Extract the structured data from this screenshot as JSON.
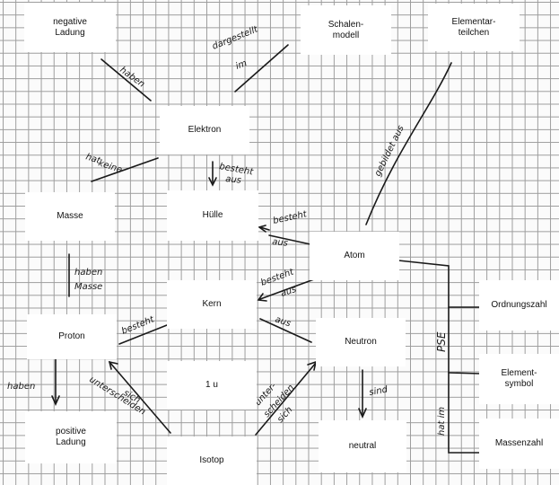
{
  "concepts": {
    "negative_ladung": "negative\nLadung",
    "schalenmodell": "Schalen-\nmodell",
    "elementarteilchen": "Elementar-\nteilchen",
    "elektron": "Elektron",
    "masse": "Masse",
    "huelle": "Hülle",
    "atom": "Atom",
    "kern": "Kern",
    "ordnungszahl": "Ordnungszahl",
    "proton": "Proton",
    "neutron": "Neutron",
    "element_symbol": "Element-\nsymbol",
    "ein_u": "1 u",
    "positive_ladung": "positive\nLadung",
    "neutral": "neutral",
    "massenzahl": "Massenzahl",
    "isotop": "Isotop"
  },
  "links": {
    "haben_1": "haben",
    "dargestellt": "dargestellt",
    "im": "im",
    "hat": "hat",
    "keine": "keine",
    "besteht_aus_1a": "besteht",
    "besteht_aus_1b": "aus",
    "gebildet_aus": "gebildet aus",
    "besteht_2a": "besteht",
    "aus_2": "aus",
    "haben_masse_a": "haben",
    "haben_masse_b": "Masse",
    "besteht_3a": "besteht",
    "aus_3": "aus",
    "besteht_4": "besteht",
    "aus_4": "aus",
    "haben_2": "haben",
    "unterscheiden_a": "unterscheiden",
    "unterscheiden_b": "sich",
    "unter_a": "unter-",
    "unter_b": "scheiden",
    "unter_c": "sich",
    "sind": "sind",
    "pse": "PSE",
    "hat_im": "hat im"
  }
}
